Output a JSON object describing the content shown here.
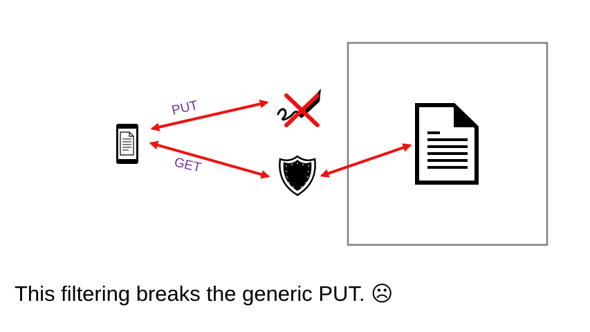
{
  "diagram": {
    "labels": {
      "put": "PUT",
      "get": "GET"
    },
    "icons": {
      "client": "mobile-phone-icon",
      "blocked": "signature-pen-icon",
      "filter": "shield-icon",
      "server_document": "document-icon",
      "blocked_mark": "red-x-icon"
    },
    "colors": {
      "arrow": "#ee1111",
      "label": "#7030a0",
      "box_border": "#7f7f7f",
      "icon": "#000000"
    }
  },
  "caption": {
    "text": "This filtering breaks the generic PUT. ☹"
  }
}
